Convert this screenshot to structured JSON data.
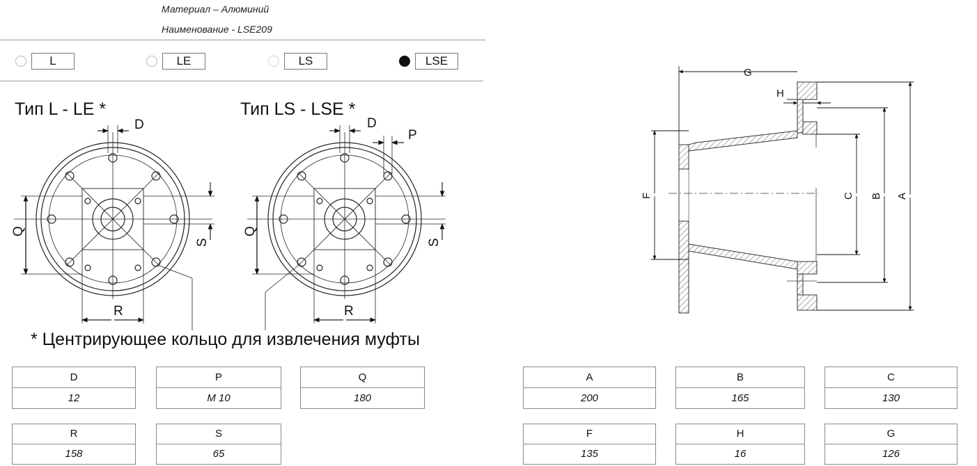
{
  "header": {
    "material": "Материал – Алюминий",
    "name": "Наименование - LSE209"
  },
  "options": [
    {
      "label": "L",
      "selected": false
    },
    {
      "label": "LE",
      "selected": false
    },
    {
      "label": "LS",
      "selected": false
    },
    {
      "label": "LSE",
      "selected": true
    }
  ],
  "types": {
    "left_title": "Тип L - LE *",
    "right_title": "Тип LS - LSE *"
  },
  "dim_labels": {
    "D": "D",
    "P": "P",
    "Q": "Q",
    "R": "R",
    "S": "S",
    "A": "A",
    "B": "B",
    "C": "C",
    "F": "F",
    "G": "G",
    "H": "H"
  },
  "footnote": "* Центрирующее кольцо для извлечения муфты",
  "table_left": [
    {
      "label": "D",
      "value": "12"
    },
    {
      "label": "P",
      "value": "M 10"
    },
    {
      "label": "Q",
      "value": "180"
    },
    {
      "label": "R",
      "value": "158"
    },
    {
      "label": "S",
      "value": "65"
    }
  ],
  "table_right": [
    {
      "label": "A",
      "value": "200"
    },
    {
      "label": "B",
      "value": "165"
    },
    {
      "label": "C",
      "value": "130"
    },
    {
      "label": "F",
      "value": "135"
    },
    {
      "label": "H",
      "value": "16"
    },
    {
      "label": "G",
      "value": "126"
    }
  ]
}
